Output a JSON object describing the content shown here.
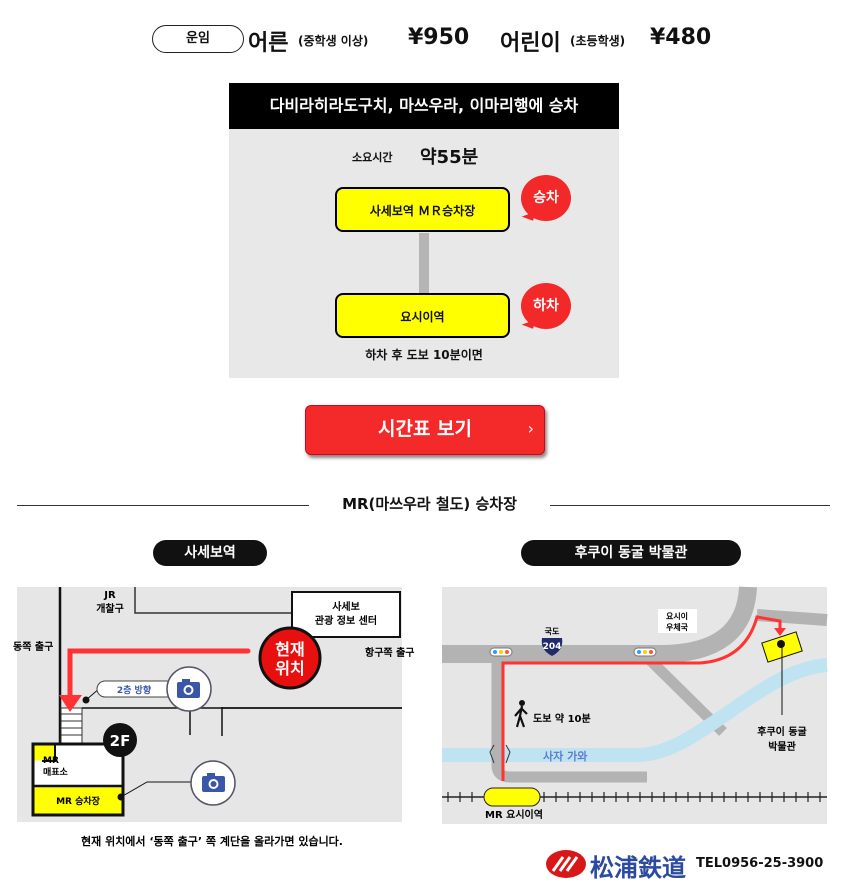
{
  "fare": {
    "label": "운임",
    "adult_label": "어른",
    "adult_note": "(중학생 이상)",
    "adult_price": "¥950",
    "child_label": "어린이",
    "child_note": "(초등학생)",
    "child_price": "¥480"
  },
  "route": {
    "header": "다비라히라도구치, 마쓰우라, 이마리행에 승차",
    "duration_label": "소요시간",
    "duration_value": "약55분",
    "board_stop": "사세보역 ＭＲ승차장",
    "board_badge": "승차",
    "alight_stop": "요시이역",
    "alight_badge": "하차",
    "walk_note": "하차 후 도보 10분이면"
  },
  "timetable_button": "시간표 보기",
  "section_title": "MR(마쓰우라 철도) 승차장",
  "left_map": {
    "title": "사세보역",
    "jr_gate_1": "JR",
    "jr_gate_2": "개찰구",
    "info_center_1": "사세보",
    "info_center_2": "관광 정보 센터",
    "east_exit": "동쪽 출구",
    "port_exit": "항구쪽 출구",
    "current_1": "현재",
    "current_2": "위치",
    "to_2f": "2층 방향",
    "floor": "2F",
    "ticket_1": "MR",
    "ticket_2": "매표소",
    "platform": "MR 승차장",
    "caption": "현재 위치에서 ‘동쪽 출구’ 쪽 계단을 올라가면 있습니다."
  },
  "right_map": {
    "title": "후쿠이 동굴 박물관",
    "route_label": "국도",
    "route_number": "204",
    "post_office_1": "요시이",
    "post_office_2": "우체국",
    "walk": "도보 약 10분",
    "river": "사자 가와",
    "museum_1": "후쿠이 동굴",
    "museum_2": "박물관",
    "station": "MR 요시이역"
  },
  "footer": {
    "logo_text": "松浦鉄道",
    "tel": "TEL0956-25-3900"
  },
  "colors": {
    "accent_red": "#f42a2a",
    "highlight_yellow": "#ffff00",
    "river_blue": "#bfe3f0",
    "logo_blue": "#2b4aa0"
  }
}
